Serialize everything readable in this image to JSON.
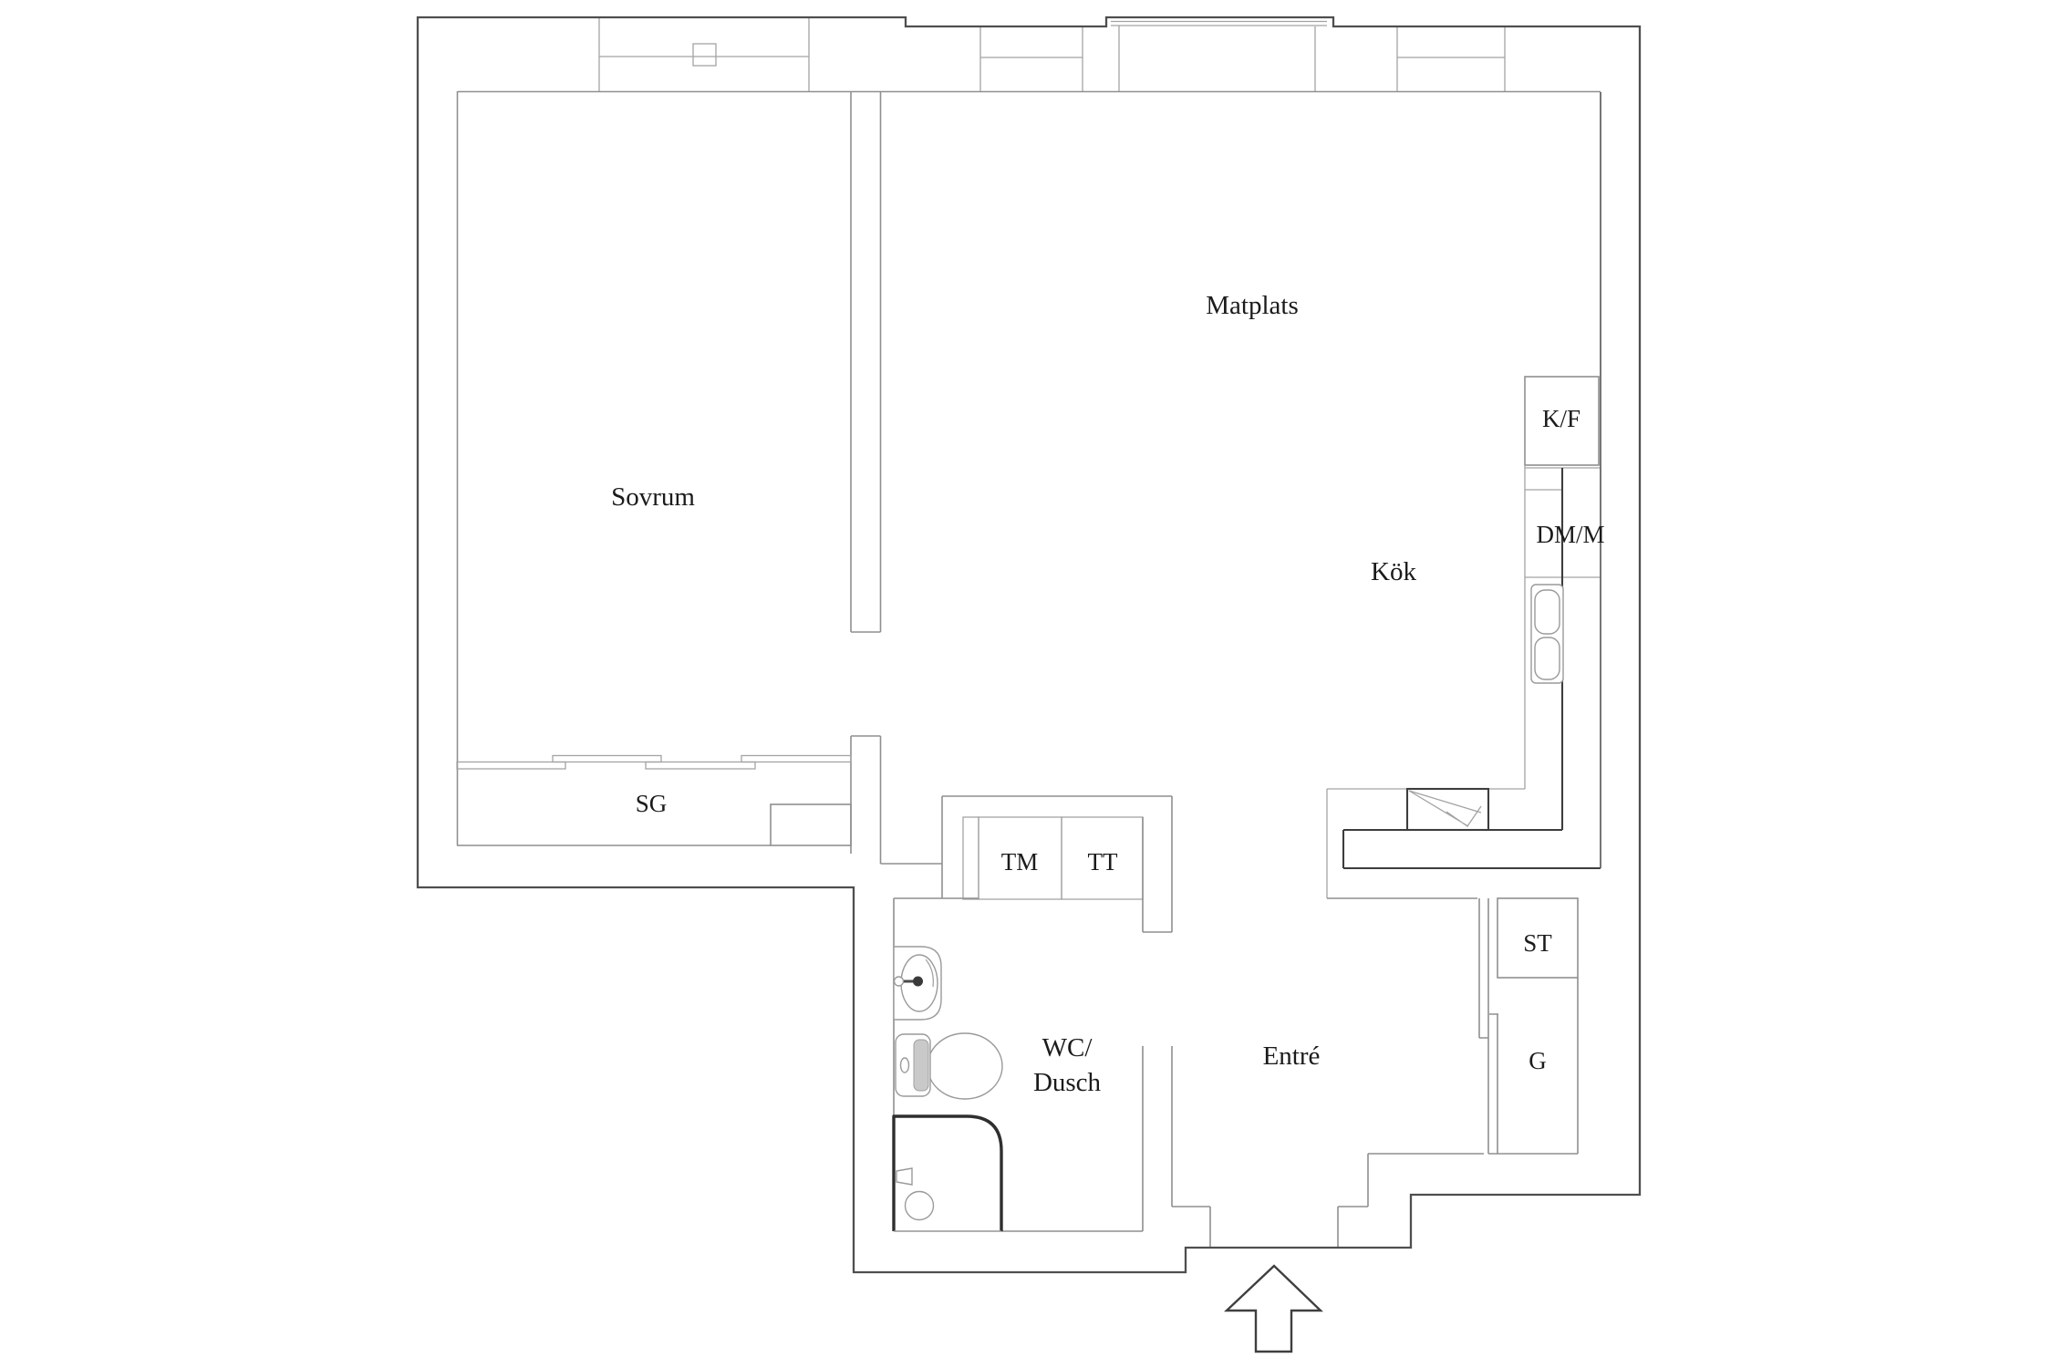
{
  "plan": {
    "labels": {
      "sovrum": "Sovrum",
      "matplats": "Matplats",
      "kok": "Kök",
      "entre": "Entré",
      "wc_line1": "WC/",
      "wc_line2": "Dusch",
      "sg": "SG",
      "tm": "TM",
      "tt": "TT",
      "kf": "K/F",
      "dmm": "DM/M",
      "st": "ST",
      "g": "G"
    },
    "colors": {
      "background": "#ffffff",
      "outer_wall": "#4f4f4f",
      "inner_wall": "#8f8f8f",
      "fixture_line": "#a3a3a3",
      "feature_dark": "#3d3d3d",
      "text": "#1b1b1b"
    }
  }
}
